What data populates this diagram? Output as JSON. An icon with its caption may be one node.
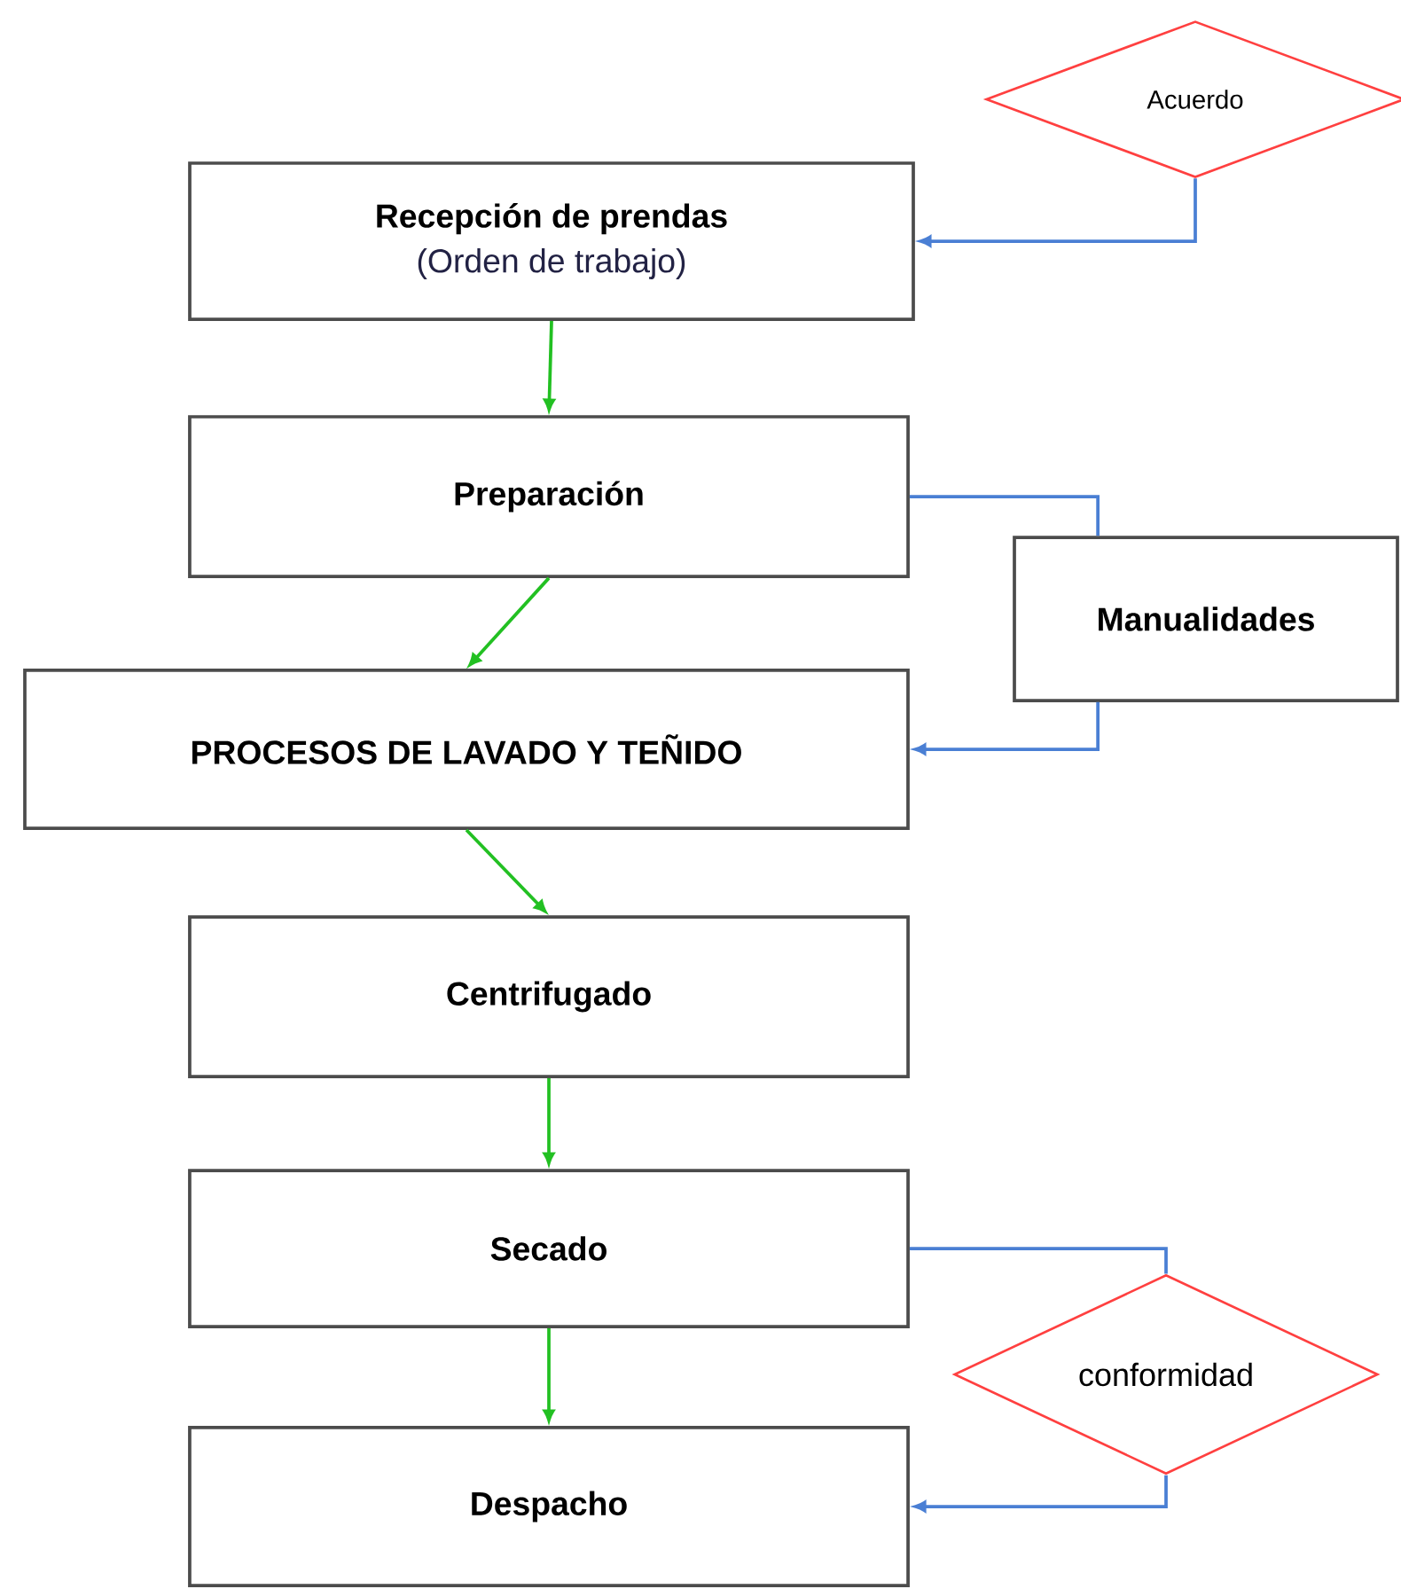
{
  "diagram": {
    "nodes": [
      {
        "text": [
          "Recepción de prendas",
          "(Orden de trabajo)"
        ]
      },
      {
        "text": [
          "Acuerdo"
        ]
      },
      {
        "text": [
          "Preparación"
        ]
      },
      {
        "text": [
          "Manualidades"
        ]
      },
      {
        "text": [
          "PROCESOS DE LAVADO Y TEÑIDO"
        ]
      },
      {
        "text": [
          "Centrifugado"
        ]
      },
      {
        "text": [
          "Secado"
        ]
      },
      {
        "text": [
          "conformidad"
        ]
      },
      {
        "text": [
          "Despacho"
        ]
      }
    ],
    "edges": [
      {
        "from": 1,
        "to": 0,
        "arrow": "to",
        "color": "#4a7fd4"
      },
      {
        "from": 0,
        "to": 2,
        "arrow": "to",
        "color": "#22c022"
      },
      {
        "from": 2,
        "to": 3,
        "arrow": "none",
        "color": "#4a7fd4"
      },
      {
        "from": 2,
        "to": 4,
        "arrow": "to",
        "color": "#22c022"
      },
      {
        "from": 3,
        "to": 4,
        "arrow": "to",
        "color": "#4a7fd4"
      },
      {
        "from": 4,
        "to": 5,
        "arrow": "to",
        "color": "#22c022"
      },
      {
        "from": 5,
        "to": 6,
        "arrow": "to",
        "color": "#22c022"
      },
      {
        "from": 6,
        "to": 7,
        "arrow": "none",
        "color": "#4a7fd4"
      },
      {
        "from": 6,
        "to": 8,
        "arrow": "to",
        "color": "#22c022"
      },
      {
        "from": 7,
        "to": 8,
        "arrow": "to",
        "color": "#4a7fd4"
      }
    ]
  }
}
